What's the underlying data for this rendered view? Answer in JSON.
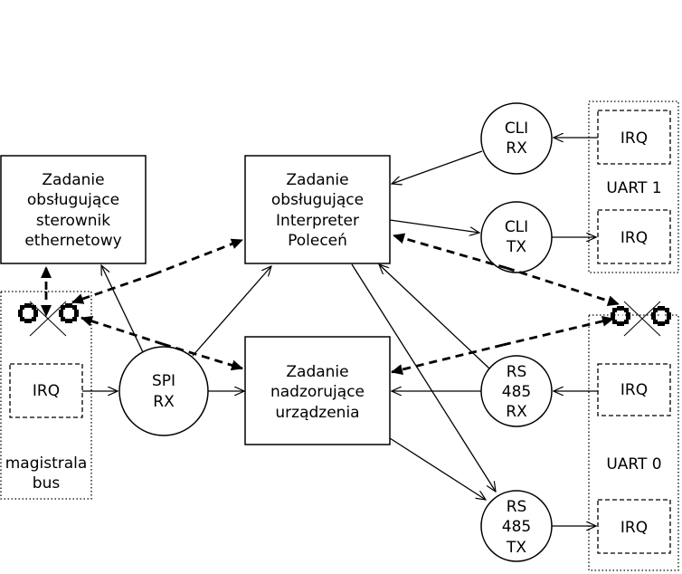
{
  "boxes": {
    "ethernet": [
      "Zadanie",
      "obsługujące",
      "sterownik",
      "ethernetowy"
    ],
    "interpreter": [
      "Zadanie",
      "obsługujące",
      "Interpreter",
      "Poleceń"
    ],
    "supervisor": [
      "Zadanie",
      "nadzorujące",
      "urządzenia"
    ]
  },
  "nodes": {
    "cli_rx": [
      "CLI",
      "RX"
    ],
    "cli_tx": [
      "CLI",
      "TX"
    ],
    "spi_rx": [
      "SPI",
      "RX"
    ],
    "rs485_rx": [
      "RS",
      "485",
      "RX"
    ],
    "rs485_tx": [
      "RS",
      "485",
      "TX"
    ]
  },
  "irq_label": "IRQ",
  "groups": {
    "uart1": "UART 1",
    "uart0": "UART 0",
    "bus": [
      "magistrala",
      "bus"
    ]
  }
}
